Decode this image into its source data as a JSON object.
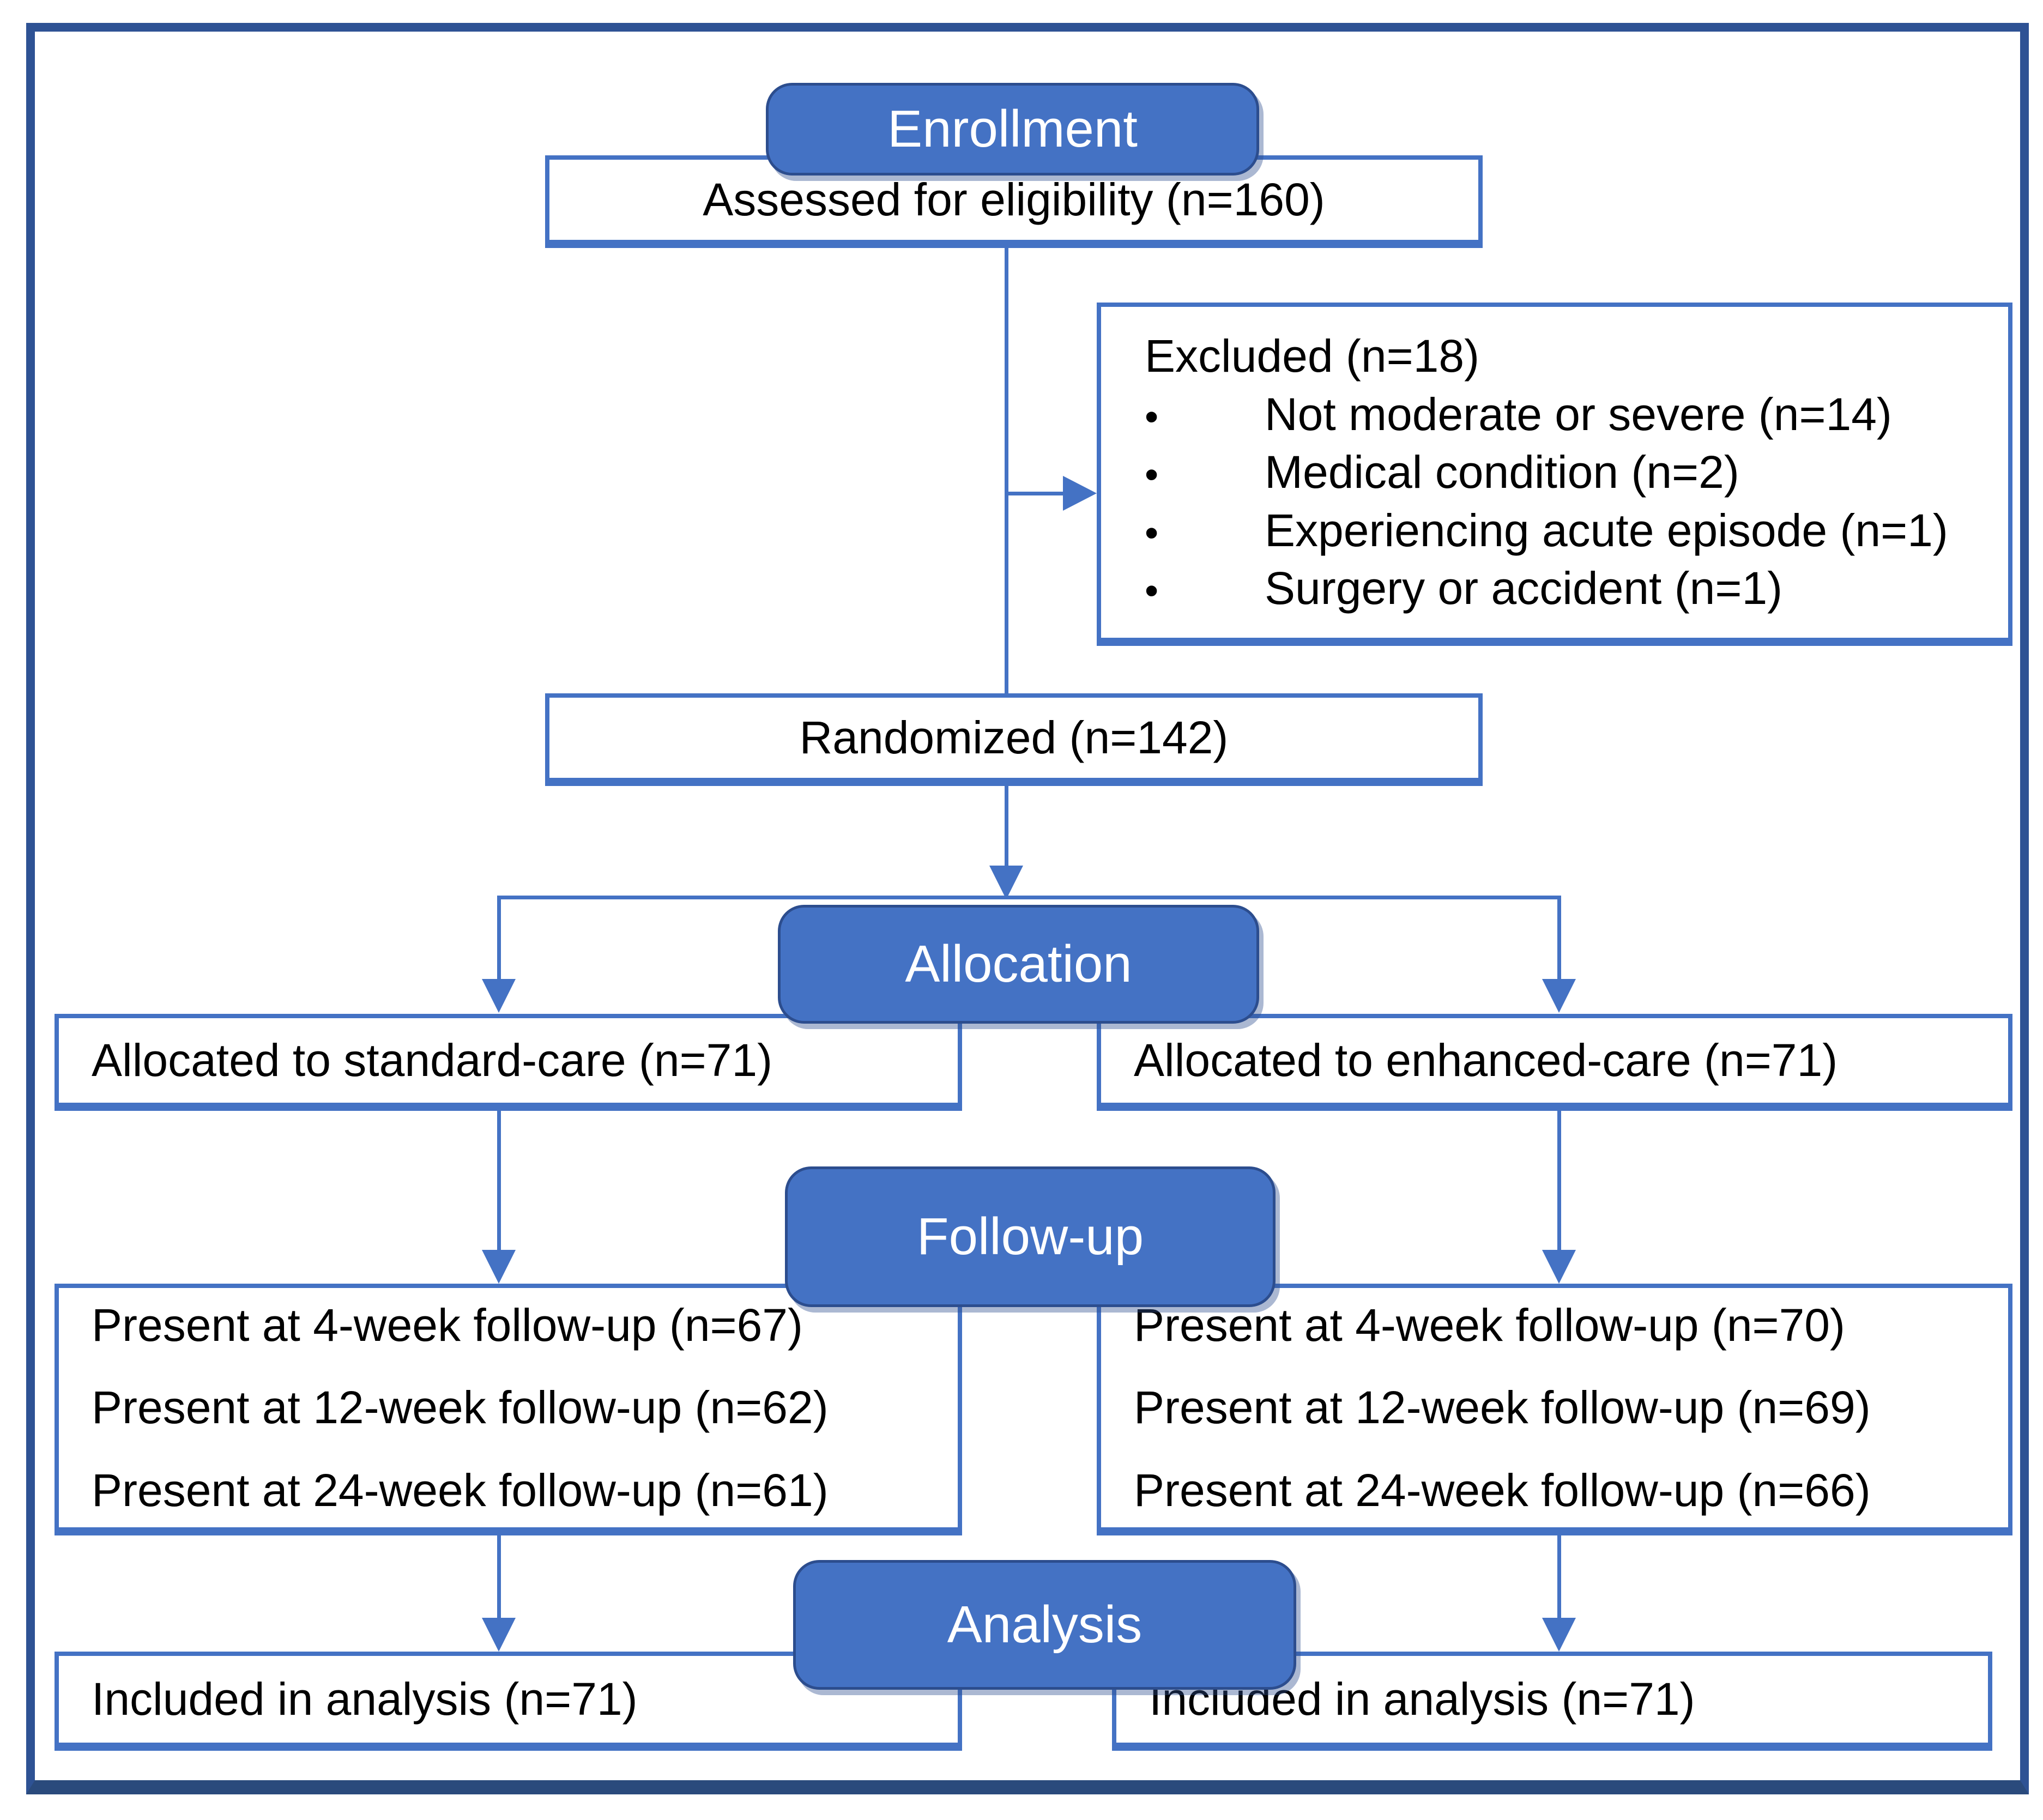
{
  "stages": {
    "enrollment": "Enrollment",
    "allocation": "Allocation",
    "followup": "Follow-up",
    "analysis": "Analysis"
  },
  "boxes": {
    "assessed": {
      "text": "Assessed for eligibility (n=160)"
    },
    "excluded": {
      "title": "Excluded (n=18)",
      "bullet": "•",
      "items": [
        "Not moderate or severe (n=14)",
        "Medical condition (n=2)",
        "Experiencing acute episode (n=1)",
        "Surgery or accident (n=1)"
      ]
    },
    "randomized": {
      "text": "Randomized (n=142)"
    },
    "allocated_left": {
      "text": "Allocated to standard-care (n=71)"
    },
    "allocated_right": {
      "text": "Allocated to enhanced-care (n=71)"
    },
    "followup_left": {
      "lines": [
        "Present at 4-week follow-up (n=67)",
        "Present at 12-week follow-up (n=62)",
        "Present at 24-week follow-up (n=61)"
      ]
    },
    "followup_right": {
      "lines": [
        "Present at 4-week follow-up (n=70)",
        "Present at 12-week follow-up (n=69)",
        "Present at 24-week follow-up (n=66)"
      ]
    },
    "analysis_left": {
      "text": "Included in analysis (n=71)"
    },
    "analysis_right": {
      "text": "Included in analysis (n=71)"
    }
  },
  "colors": {
    "accent": "#4472C4",
    "header_fill": "#4472C4",
    "header_border": "#2C4D8E",
    "outer_border": "#2E5294",
    "text": "#000000"
  }
}
